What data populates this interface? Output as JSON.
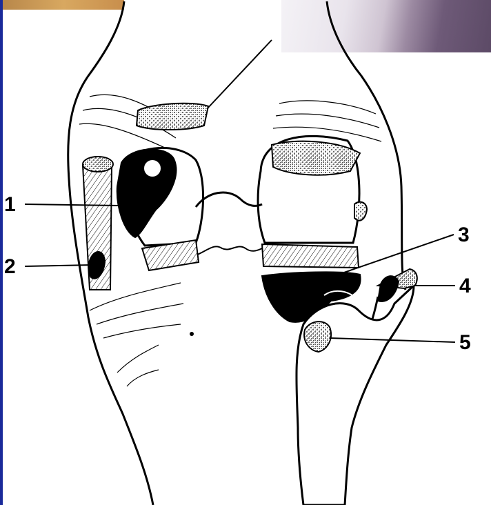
{
  "labels": [
    "1",
    "2",
    "3",
    "4",
    "5"
  ],
  "colors": {
    "background": "#ffffff",
    "ink": "#000000",
    "edge_bar": "#1a2a9a"
  }
}
